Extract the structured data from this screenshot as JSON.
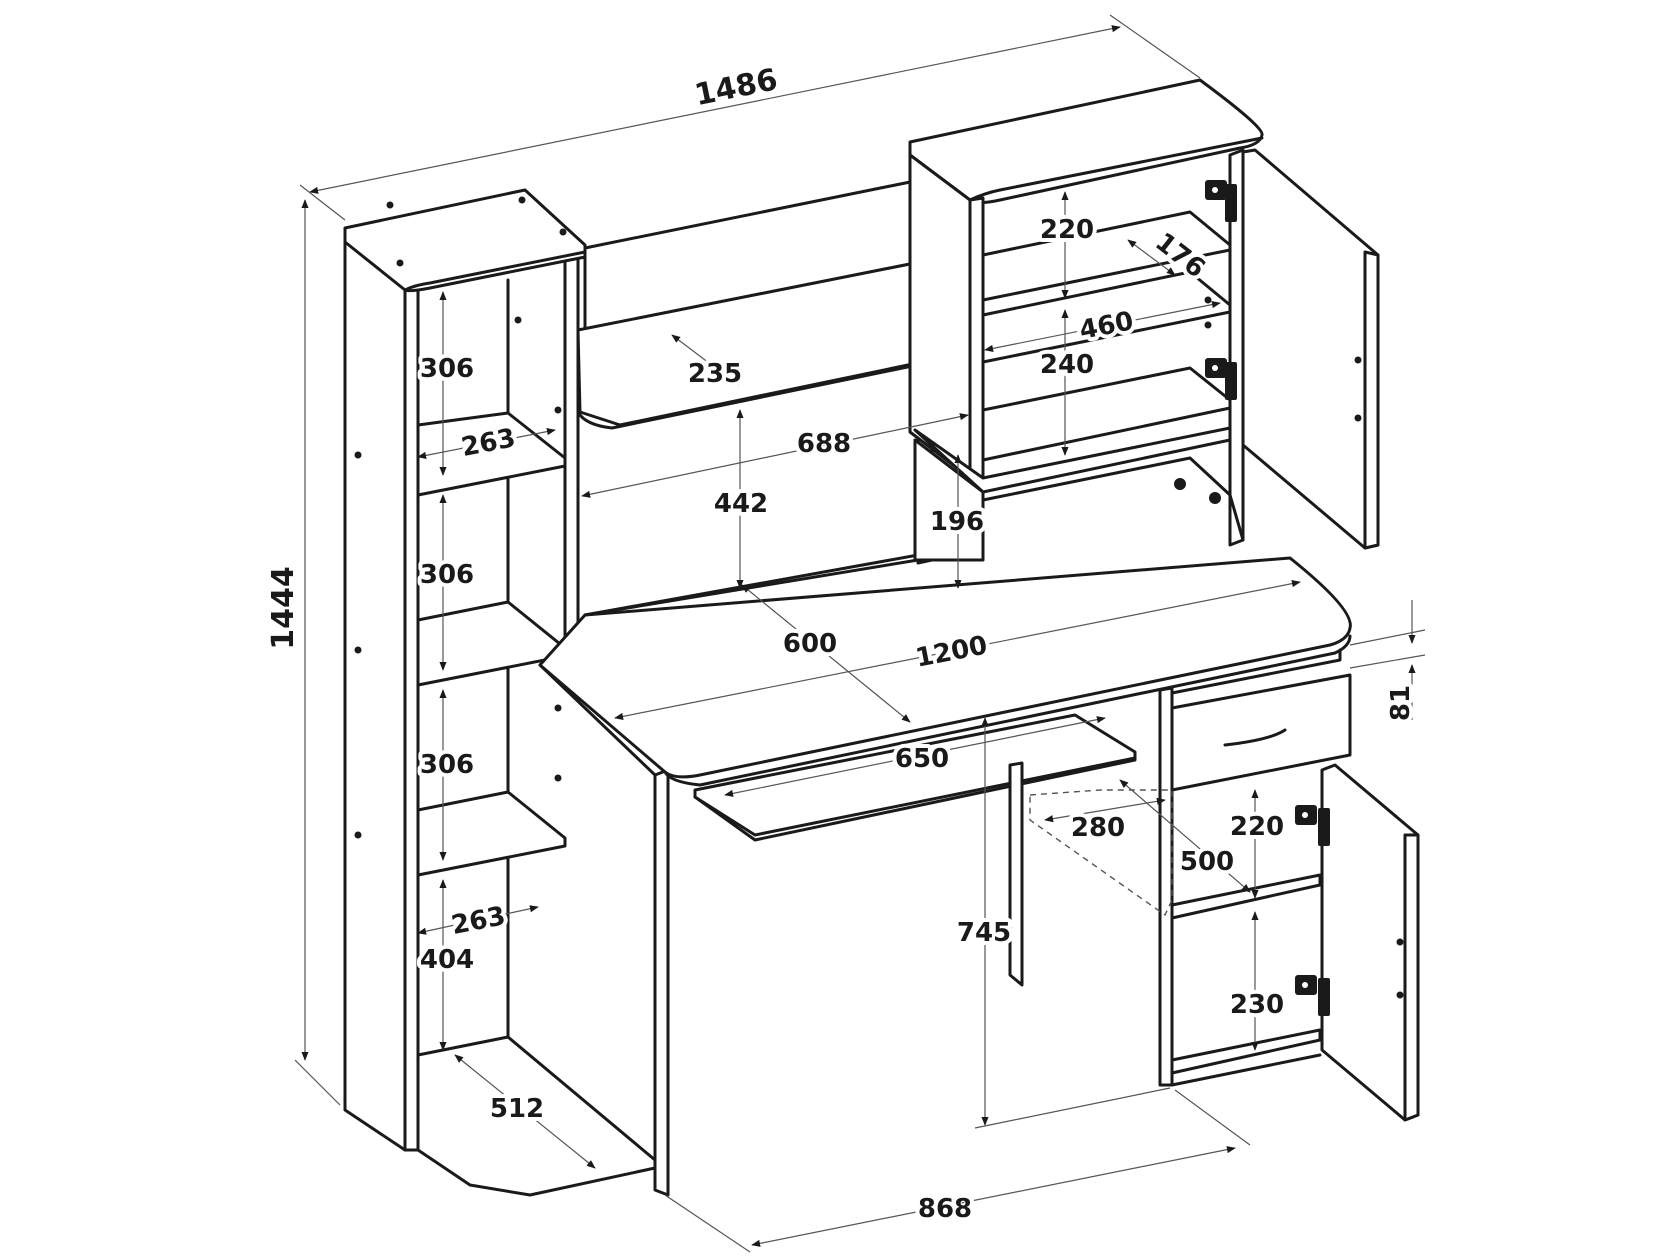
{
  "diagram": {
    "dimensions": {
      "overall_width": "1486",
      "overall_height": "1444",
      "left_shelf_1": "306",
      "left_shelf_2": "306",
      "left_shelf_3": "306",
      "left_bottom_opening": "404",
      "left_shelf_depth_top": "263",
      "left_shelf_depth_bottom": "263",
      "left_base_depth": "512",
      "upper_shelf_depth": "235",
      "hutch_inner_width": "688",
      "hutch_opening_height": "442",
      "upper_cabinet_lower_panel": "196",
      "upper_cabinet_shelf_1": "220",
      "upper_cabinet_shelf_2": "240",
      "upper_cabinet_depth": "176",
      "upper_cabinet_width": "460",
      "desk_depth": "600",
      "desk_width": "1200",
      "keyboard_tray_width": "650",
      "desk_height": "745",
      "drawer_height": "81",
      "tray_depth": "280",
      "drawer_depth": "500",
      "lower_cabinet_shelf_1": "220",
      "lower_cabinet_shelf_2": "230",
      "total_depth": "868"
    }
  }
}
